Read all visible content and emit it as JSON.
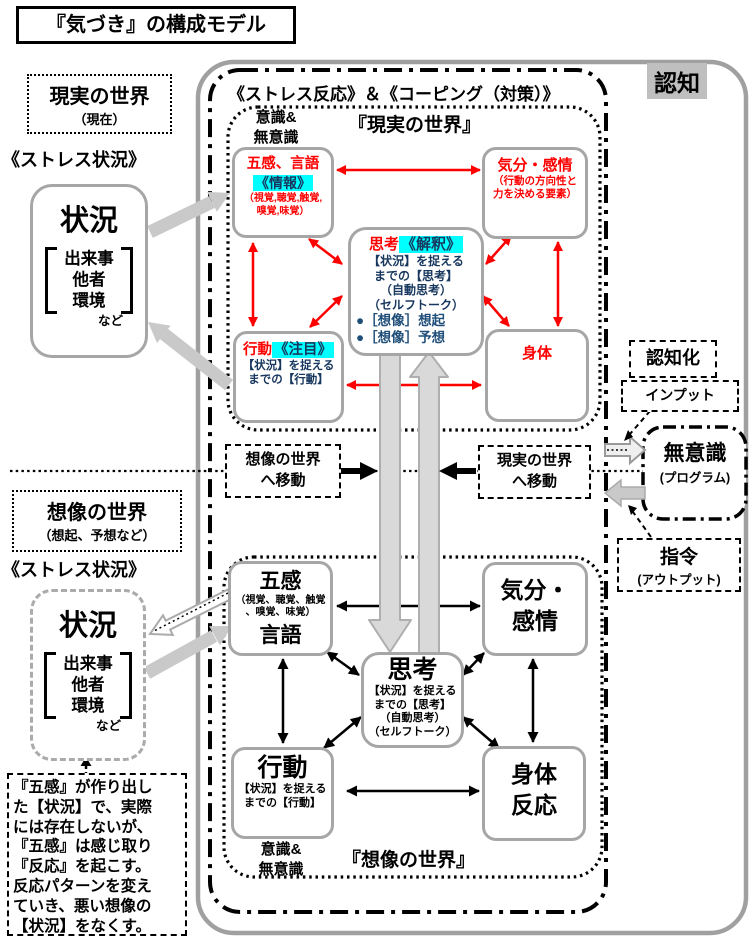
{
  "title": "『気づき』の構成モデル",
  "header": {
    "stress_coping": "《ストレス反応》＆《コーピング（対策）》",
    "ninchi": "認知"
  },
  "left": {
    "reality_title": "現実の世界",
    "reality_sub": "（現在）",
    "stress1": "《ストレス状況》",
    "sit1_title": "状況",
    "sit1_items": "出来事\n他者\n環境",
    "sit1_etc": "など",
    "imagine_title": "想像の世界",
    "imagine_sub": "（想起、予想など）",
    "stress2": "《ストレス状況》",
    "sit2_title": "状況",
    "sit2_items": "出来事\n他者\n環境",
    "sit2_etc": "など",
    "note": "『五感』が作り出し\nた【状況】で、実際\nには存在しないが、\n『五感』は感じ取り\n『反応』を起こす。\n反応パターンを変え\nていき、悪い想像の\n【状況】をなくす。"
  },
  "upper": {
    "conscious": "意識&\n無意識",
    "title": "『現実の世界』",
    "senses_line1": "五感、言語",
    "senses_hl": "《情報》",
    "senses_detail": "（視覚,聴覚,触覚,\n嗅覚,味覚）",
    "mood_line1": "気分・感情",
    "mood_detail": "（行動の方向性と\n力を決める要素）",
    "thought_label": "思考",
    "thought_hl": "《解釈》",
    "thought_detail": "【状況】を捉える\nまでの【思考】\n（自動思考）\n（セルフトーク）",
    "thought_bullets": "●［想像］想起\n●［想像］予想",
    "action_label": "行動",
    "action_hl": "《注目》",
    "action_detail": "【状況】を捉える\nまでの【行動】",
    "body": "身体"
  },
  "transfer": {
    "left": "想像の世界\nへ移動",
    "right": "現実の世界\nへ移動"
  },
  "right": {
    "ninchika": "認知化",
    "input": "インプット",
    "muishiki": "無意識",
    "muishiki_sub": "(プログラム)",
    "shirei": "指令",
    "shirei_sub": "(アウトプット)"
  },
  "lower": {
    "senses_line1": "五感",
    "senses_detail": "（視覚、聴覚、触覚\n、嗅覚、味覚）",
    "senses_line2": "言語",
    "mood": "気分・\n感情",
    "thought_label": "思考",
    "thought_detail": "【状況】を捉える\nまでの【思考】\n（自動思考）\n（セルフトーク）",
    "action_label": "行動",
    "action_detail": "【状況】を捉える\nまでの【行動】",
    "body": "身体\n反応",
    "conscious": "意識&\n無意識",
    "title": "『想像の世界』"
  }
}
